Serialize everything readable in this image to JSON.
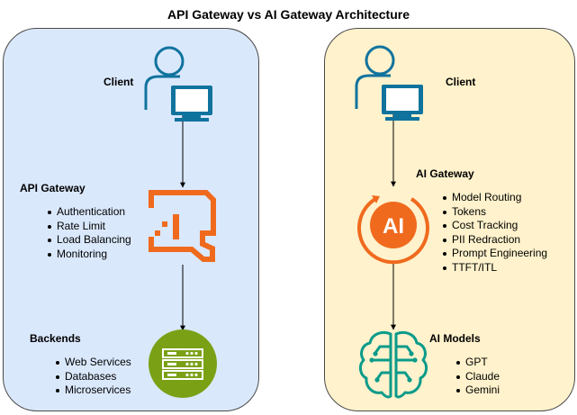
{
  "title": "API Gateway vs AI Gateway Architecture",
  "api": {
    "client_label": "Client",
    "gateway_label": "API Gateway",
    "gateway_features": [
      "Authentication",
      "Rate Limit",
      "Load Balancing",
      "Monitoring"
    ],
    "backends_label": "Backends",
    "backend_items": [
      "Web Services",
      "Databases",
      "Microservices"
    ]
  },
  "ai": {
    "client_label": "Client",
    "gateway_label": "AI Gateway",
    "gateway_icon_text": "AI",
    "gateway_features": [
      "Model Routing",
      "Tokens",
      "Cost Tracking",
      "PII Redraction",
      "Prompt Engineering",
      "TTFT/ITL"
    ],
    "models_label": "AI Models",
    "model_items": [
      "GPT",
      "Claude",
      "Gemini"
    ]
  },
  "colors": {
    "left_panel": "#dae8fc",
    "right_panel": "#fff2cc",
    "client_icon": "#10739e",
    "gateway_orange": "#f06a1d",
    "backend_green": "#7aa116",
    "models_teal": "#0a9b8a"
  }
}
